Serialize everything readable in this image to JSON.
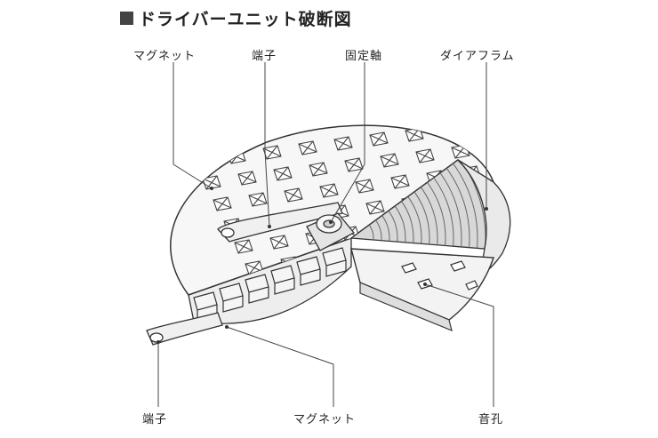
{
  "title": "■ドライバーユニット破断図",
  "labels": {
    "magnet_top": "マグネット",
    "terminal_top": "端子",
    "fixed_shaft": "固定軸",
    "diaphragm": "ダイアフラム",
    "terminal_bottom": "端子",
    "magnet_bottom": "マグネット",
    "sound_hole": "音孔"
  }
}
